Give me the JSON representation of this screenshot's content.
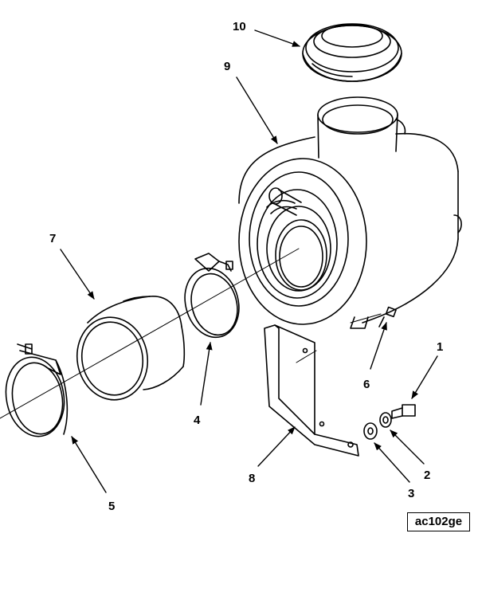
{
  "callouts": {
    "c1": "1",
    "c2": "2",
    "c3": "3",
    "c4": "4",
    "c5": "5",
    "c6": "6",
    "c7": "7",
    "c8": "8",
    "c9": "9",
    "c10": "10"
  },
  "reference_code": "ac102ge"
}
